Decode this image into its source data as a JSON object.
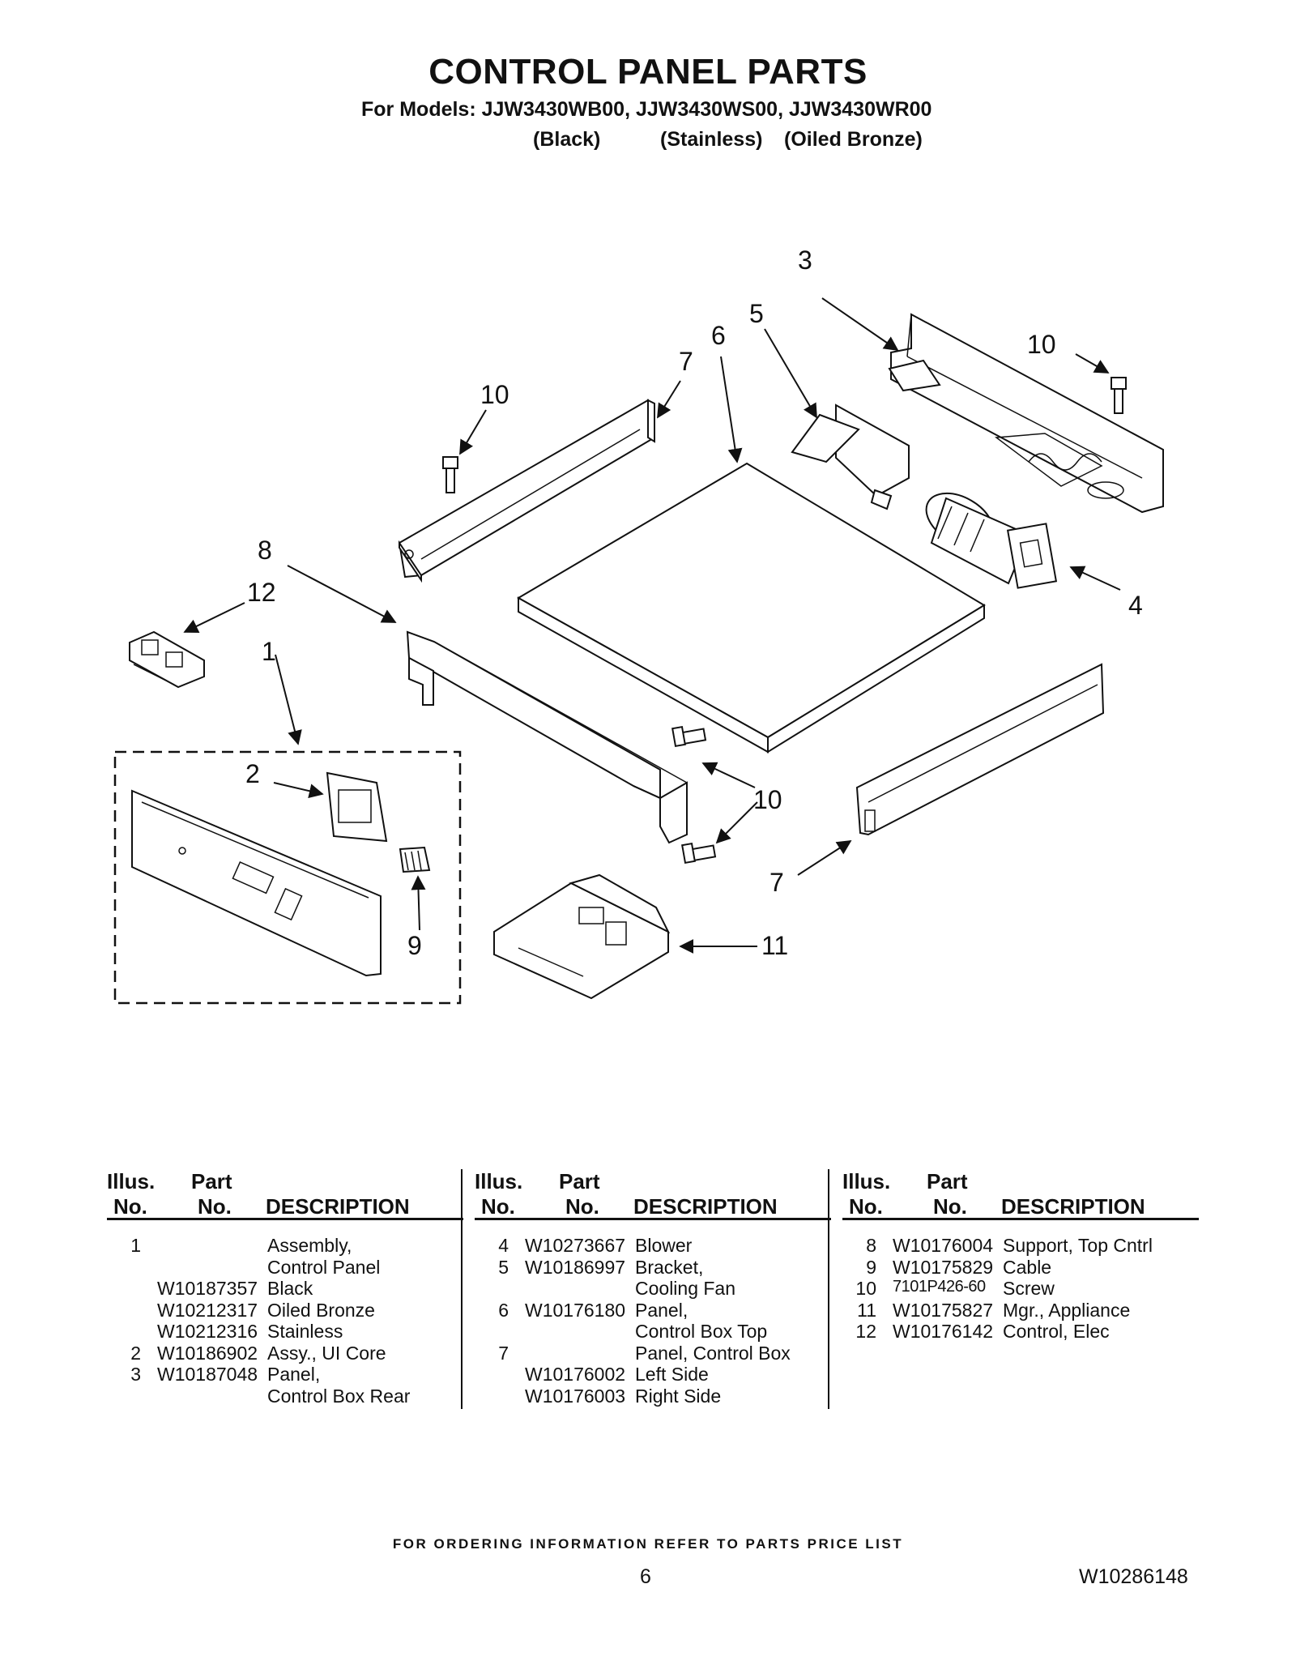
{
  "title": "CONTROL PANEL PARTS",
  "models_line": "For Models: JJW3430WB00, JJW3430WS00, JJW3430WR00",
  "variants": [
    "(Black)",
    "(Stainless)",
    "(Oiled Bronze)"
  ],
  "callouts": [
    "1",
    "2",
    "3",
    "4",
    "5",
    "6",
    "7",
    "7",
    "8",
    "9",
    "10",
    "10",
    "10",
    "11",
    "12"
  ],
  "table": {
    "headers": {
      "illus_1": "Illus.",
      "illus_2": "No.",
      "part_1": "Part",
      "part_2": "No.",
      "description": "DESCRIPTION"
    },
    "columns": [
      {
        "rows": [
          {
            "no": "1",
            "part": "",
            "desc": "Assembly,"
          },
          {
            "no": "",
            "part": "",
            "desc": "Control Panel"
          },
          {
            "no": "",
            "part": "W10187357",
            "desc": "Black"
          },
          {
            "no": "",
            "part": "W10212317",
            "desc": "Oiled Bronze"
          },
          {
            "no": "",
            "part": "W10212316",
            "desc": "Stainless"
          },
          {
            "no": "2",
            "part": "W10186902",
            "desc": "Assy., UI Core"
          },
          {
            "no": "3",
            "part": "W10187048",
            "desc": "Panel,"
          },
          {
            "no": "",
            "part": "",
            "desc": "Control Box Rear"
          }
        ]
      },
      {
        "rows": [
          {
            "no": "4",
            "part": "W10273667",
            "desc": "Blower"
          },
          {
            "no": "5",
            "part": "W10186997",
            "desc": "Bracket,"
          },
          {
            "no": "",
            "part": "",
            "desc": "Cooling Fan"
          },
          {
            "no": "6",
            "part": "W10176180",
            "desc": "Panel,"
          },
          {
            "no": "",
            "part": "",
            "desc": "Control Box Top"
          },
          {
            "no": "7",
            "part": "",
            "desc": "Panel, Control Box"
          },
          {
            "no": "",
            "part": "W10176002",
            "desc": "Left Side"
          },
          {
            "no": "",
            "part": "W10176003",
            "desc": "Right Side"
          }
        ]
      },
      {
        "rows": [
          {
            "no": "8",
            "part": "W10176004",
            "desc": "Support, Top Cntrl"
          },
          {
            "no": "9",
            "part": "W10175829",
            "desc": "Cable"
          },
          {
            "no": "10",
            "part": "7101P426-60",
            "desc": "Screw"
          },
          {
            "no": "11",
            "part": "W10175827",
            "desc": "Mgr., Appliance"
          },
          {
            "no": "12",
            "part": "W10176142",
            "desc": "Control, Elec"
          }
        ]
      }
    ]
  },
  "footer": "FOR ORDERING INFORMATION REFER TO PARTS PRICE LIST",
  "page_number": "6",
  "doc_number": "W10286148"
}
